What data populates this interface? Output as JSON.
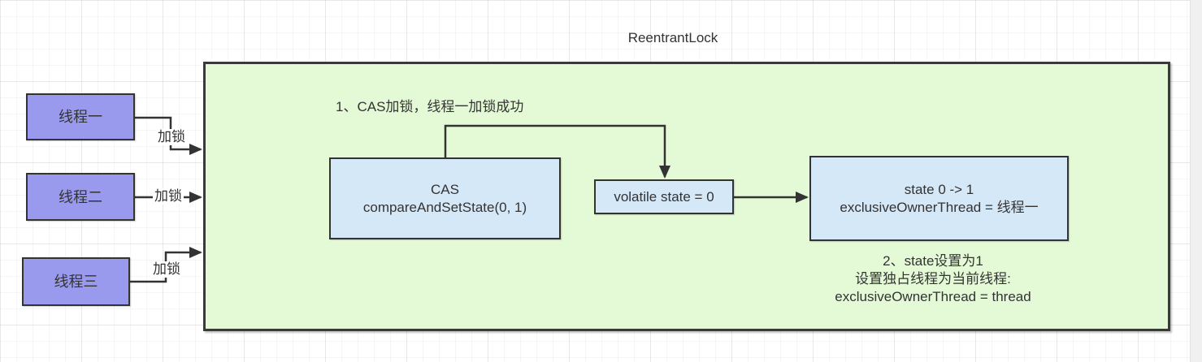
{
  "title": "ReentrantLock",
  "threads": [
    {
      "label": "线程一",
      "action_label": "加锁"
    },
    {
      "label": "线程二",
      "action_label": "加锁"
    },
    {
      "label": "线程三",
      "action_label": "加锁"
    }
  ],
  "flow": {
    "step1_note": "1、CAS加锁，线程一加锁成功",
    "cas_box": {
      "title": "CAS",
      "subtitle": "compareAndSetState(0, 1)"
    },
    "volatile_box": {
      "label": "volatile state = 0"
    },
    "state_box": {
      "line1": "state 0 -> 1",
      "line2": "exclusiveOwnerThread = 线程一"
    },
    "step2_note": {
      "line1": "2、state设置为1",
      "line2": "设置独占线程为当前线程:",
      "line3": "exclusiveOwnerThread = thread"
    }
  },
  "colors": {
    "thread_fill": "#9999ee",
    "process_fill": "#d5e8f8",
    "container_fill": "#e4fad6",
    "stroke": "#333333",
    "text": "#333333",
    "scrollbar_track": "#f0f0f0"
  }
}
